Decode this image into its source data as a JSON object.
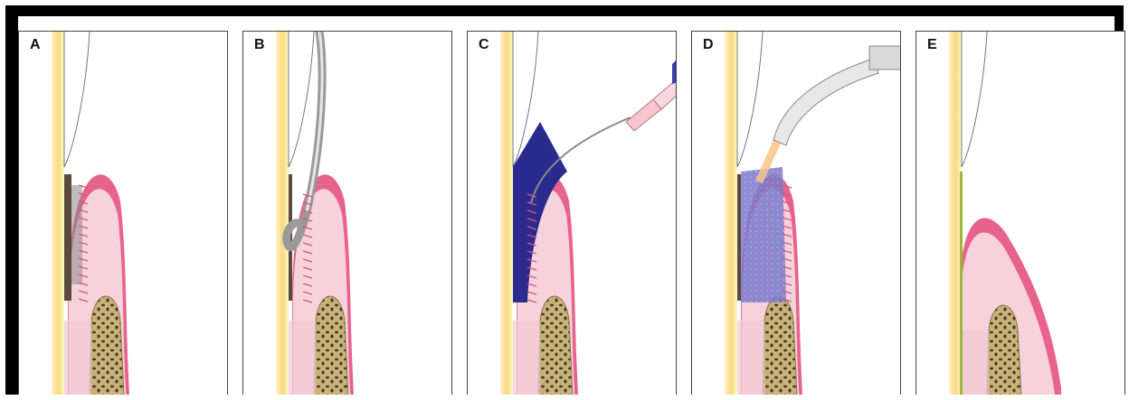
{
  "panels": [
    {
      "label": "A",
      "stage": "calculus-deposit"
    },
    {
      "label": "B",
      "stage": "curette-scaling"
    },
    {
      "label": "C",
      "stage": "gel-irrigation"
    },
    {
      "label": "D",
      "stage": "laser-treatment"
    },
    {
      "label": "E",
      "stage": "healed-reattachment"
    }
  ],
  "colors": {
    "frame": "#000000",
    "gingiva_outer": "#e8628e",
    "gingiva_inner": "#f6d2dd",
    "bone": "#c8b27a",
    "bone_pores": "#3f3a1e",
    "root_glow": "#ffd98a",
    "root_core": "#f2e27a",
    "calculus": "#5a4a3a",
    "gel": "#2b2b8f",
    "laser_beam": "#f7c48a"
  }
}
